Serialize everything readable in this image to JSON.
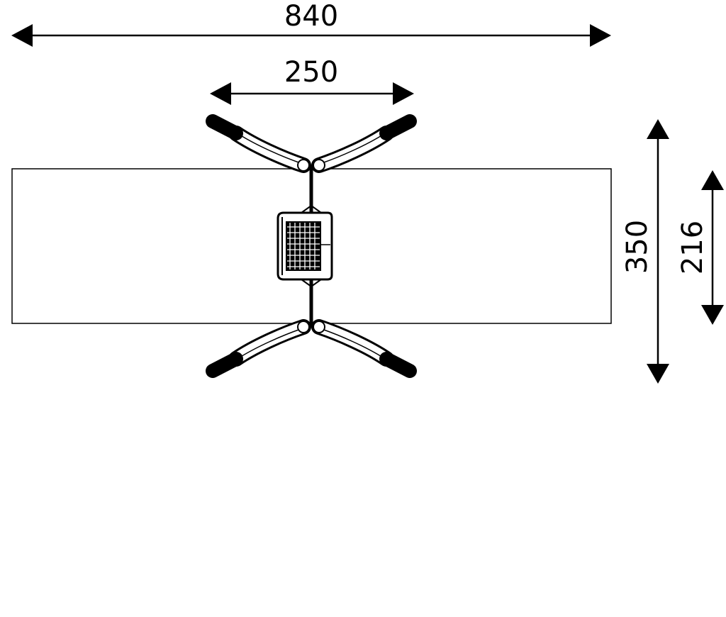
{
  "dimensions": {
    "overall_length": "840",
    "frame_span": "250",
    "overall_width": "350",
    "frame_width": "216"
  },
  "colors": {
    "ink": "#000000",
    "background": "#ffffff"
  }
}
